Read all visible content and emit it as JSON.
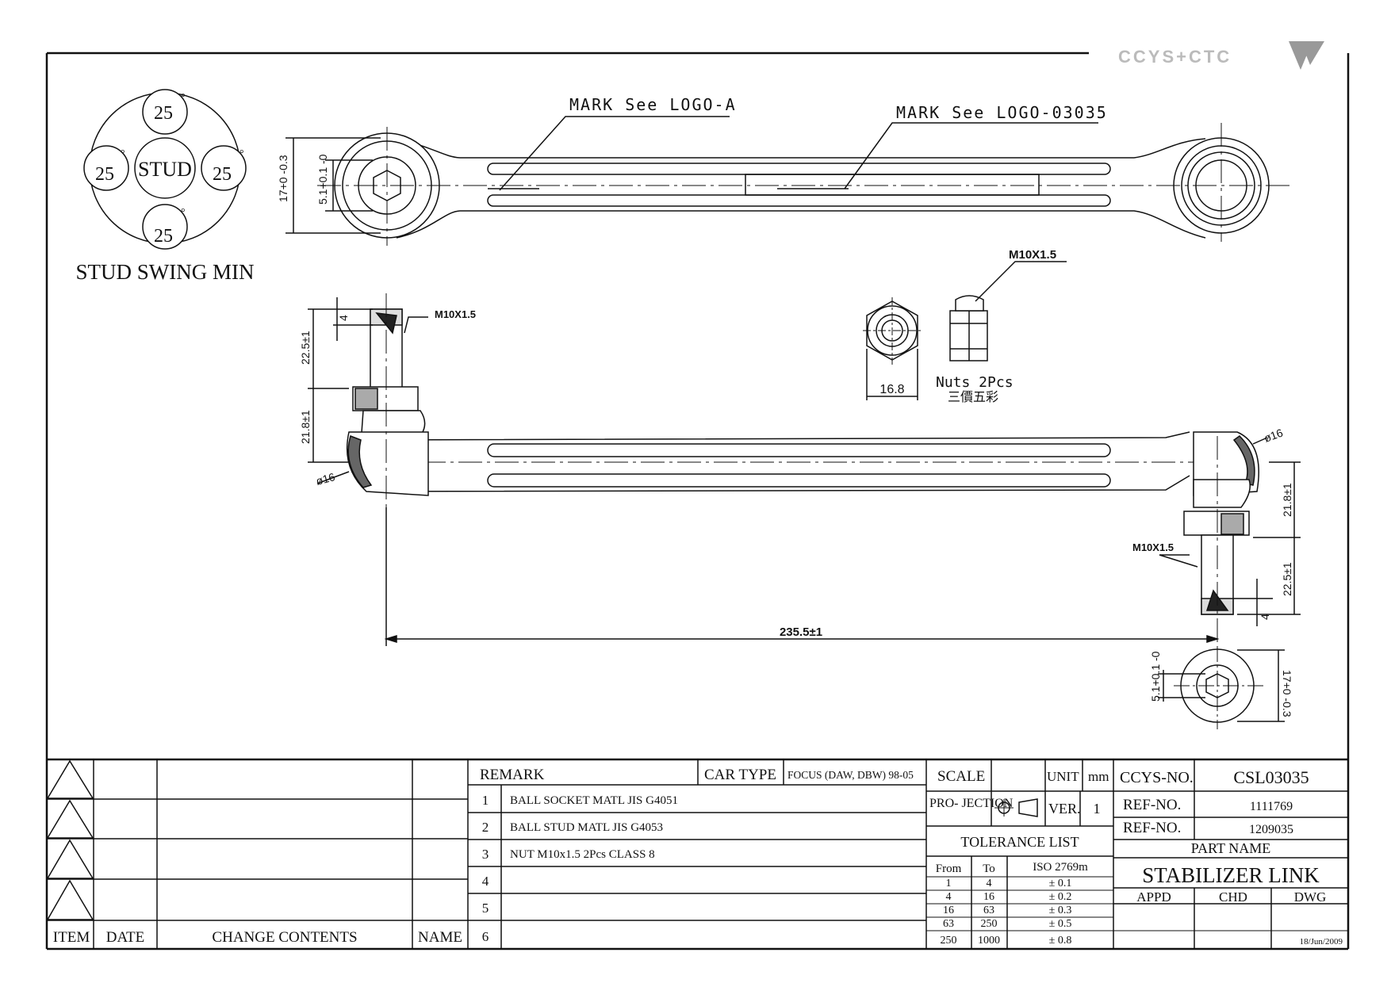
{
  "brand": {
    "text": "CCYS+CTC"
  },
  "stud_swing": {
    "center": "STUD",
    "angle": "25",
    "degree": "°",
    "caption": "STUD SWING MIN"
  },
  "marks": {
    "logo_a": "MARK See LOGO-A",
    "logo_part": "MARK See LOGO-03035"
  },
  "dimensions": {
    "top_height": "17+0 -0.3",
    "top_hex": "5.1+0.1 -0",
    "thread": "M10X1.5",
    "stud_len": "22.5±1",
    "stud_h": "21.8±1",
    "ball": "ø16",
    "tip": "4",
    "length": "235.5±1",
    "nut_width": "16.8"
  },
  "nuts": {
    "label": "Nuts 2Pcs",
    "sub": "三價五彩"
  },
  "revision": {
    "headers": [
      "ITEM",
      "DATE",
      "CHANGE CONTENTS",
      "NAME"
    ]
  },
  "remarks": {
    "title": "REMARK",
    "car_type_label": "CAR TYPE",
    "car_type": "FOCUS (DAW, DBW) 98-05",
    "items": [
      {
        "no": "1",
        "text": "BALL SOCKET MATL JIS G4051"
      },
      {
        "no": "2",
        "text": "BALL STUD MATL JIS G4053"
      },
      {
        "no": "3",
        "text": "NUT M10x1.5 2Pcs CLASS 8"
      },
      {
        "no": "4",
        "text": ""
      },
      {
        "no": "5",
        "text": ""
      },
      {
        "no": "6",
        "text": ""
      }
    ]
  },
  "info": {
    "scale_label": "SCALE",
    "unit_label": "UNIT",
    "unit": "mm",
    "projection_label": "PRO- JECTION",
    "ver_label": "VER.",
    "ver": "1",
    "tolerance_title": "TOLERANCE LIST",
    "tol_headers": [
      "From",
      "To",
      "ISO 2769m"
    ],
    "tolerances": [
      {
        "from": "1",
        "to": "4",
        "tol": "± 0.1"
      },
      {
        "from": "4",
        "to": "16",
        "tol": "± 0.2"
      },
      {
        "from": "16",
        "to": "63",
        "tol": "± 0.3"
      },
      {
        "from": "63",
        "to": "250",
        "tol": "± 0.5"
      },
      {
        "from": "250",
        "to": "1000",
        "tol": "± 0.8"
      }
    ]
  },
  "title_block": {
    "ccys_label": "CCYS-NO.",
    "ccys_no": "CSL03035",
    "ref_label": "REF-NO.",
    "ref1": "1111769",
    "ref2": "1209035",
    "part_name_label": "PART NAME",
    "part_name": "STABILIZER LINK",
    "appd": "APPD",
    "chd": "CHD",
    "dwg": "DWG",
    "date": "18/Jun/2009"
  }
}
